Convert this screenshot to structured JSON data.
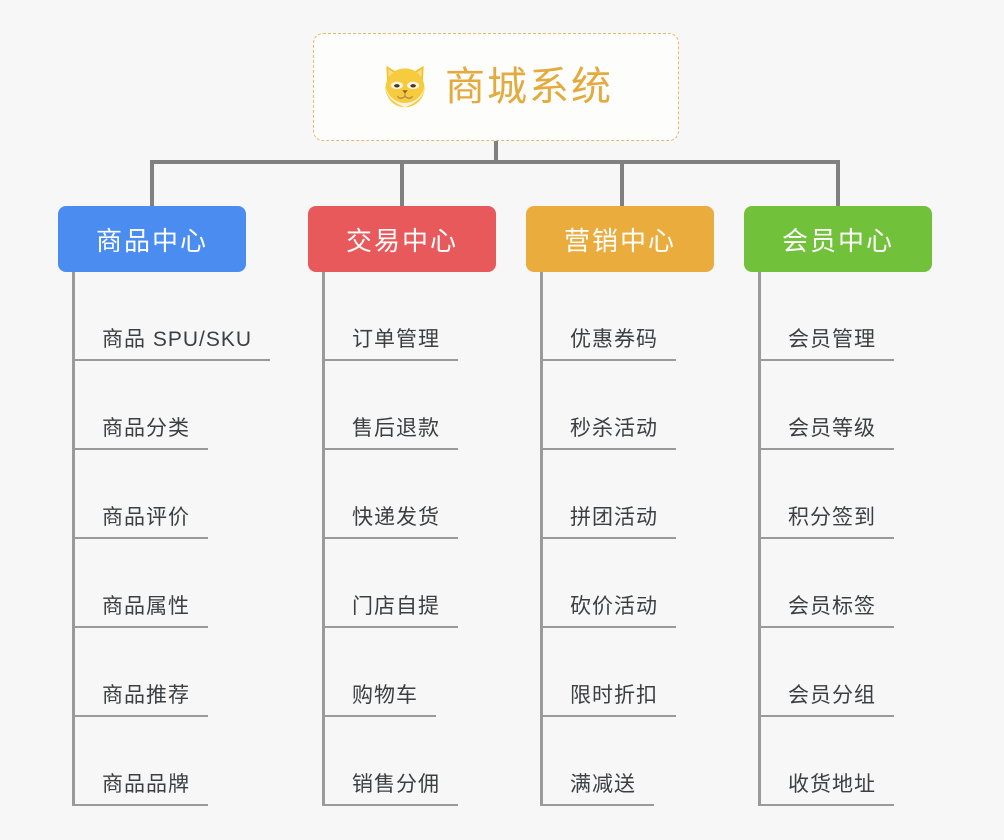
{
  "background_color": "#f7f7f7",
  "root": {
    "title": "商城系统",
    "icon": "shiba-dog-icon",
    "title_color": "#e3aa3e",
    "border_color": "#e8b964"
  },
  "branches": [
    {
      "label": "商品中心",
      "color": "#4a8cf0",
      "items": [
        "商品 SPU/SKU",
        "商品分类",
        "商品评价",
        "商品属性",
        "商品推荐",
        "商品品牌"
      ]
    },
    {
      "label": "交易中心",
      "color": "#e8595c",
      "items": [
        "订单管理",
        "售后退款",
        "快递发货",
        "门店自提",
        "购物车",
        "销售分佣"
      ]
    },
    {
      "label": "营销中心",
      "color": "#eaac3d",
      "items": [
        "优惠券码",
        "秒杀活动",
        "拼团活动",
        "砍价活动",
        "限时折扣",
        "满减送"
      ]
    },
    {
      "label": "会员中心",
      "color": "#72c13b",
      "items": [
        "会员管理",
        "会员等级",
        "积分签到",
        "会员标签",
        "会员分组",
        "收货地址"
      ]
    }
  ]
}
